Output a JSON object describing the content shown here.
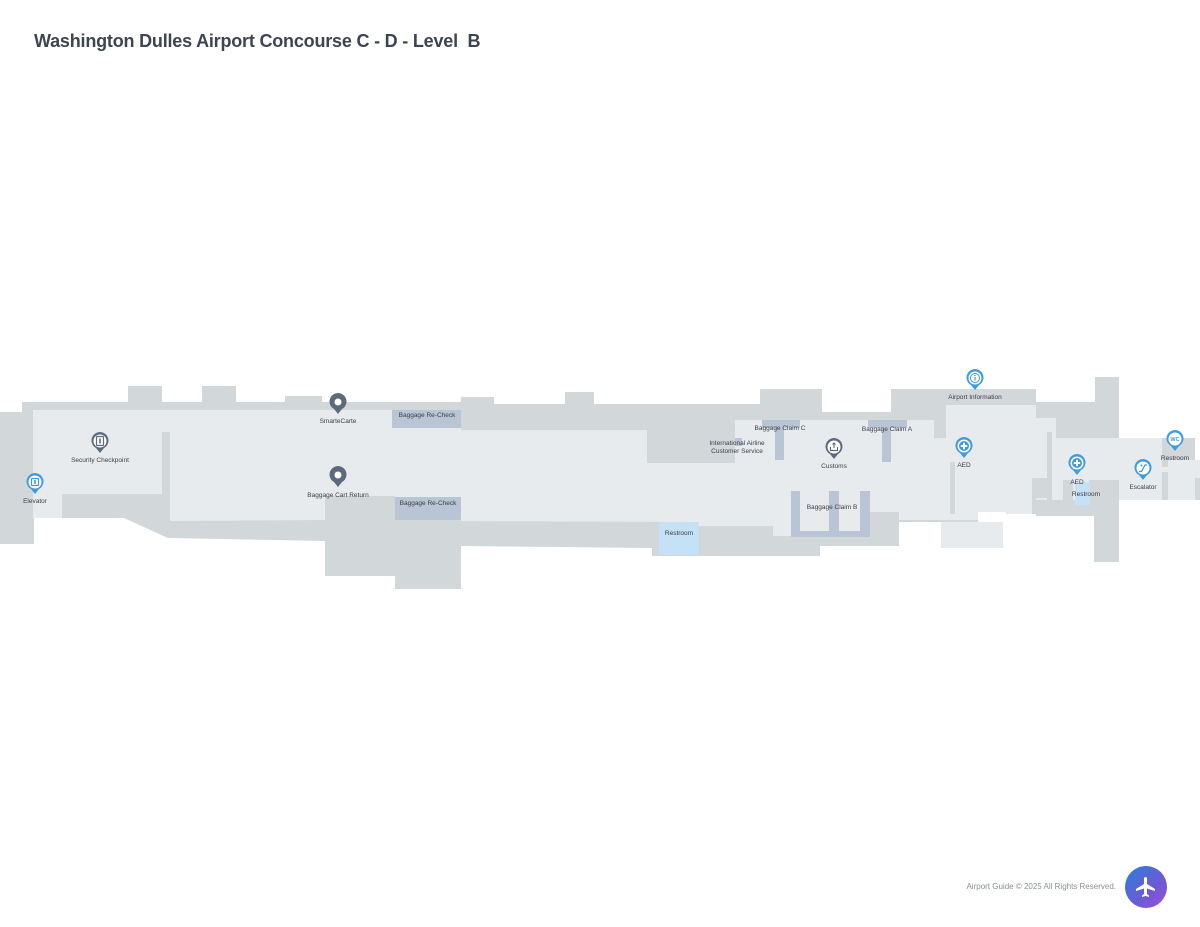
{
  "header": {
    "title": "Washington Dulles Airport Concourse C - D - Level  B"
  },
  "colors": {
    "wall": "#d2d7da",
    "floor": "#e8ebed",
    "baggage": "#b9c4d5",
    "restroom": "#c4e1f5",
    "pin_dark": "#5b6b7b",
    "pin_blue": "#3f9be0",
    "fab_start": "#2a7fd4",
    "fab_end": "#9a4fd6"
  },
  "map": {
    "pois": [
      {
        "id": "elevator",
        "label": "Elevator",
        "icon": "elevator-icon",
        "style": "blue"
      },
      {
        "id": "security",
        "label": "Security Checkpoint",
        "icon": "security-checkpoint-icon",
        "style": "dark"
      },
      {
        "id": "smartecarte",
        "label": "SmarteCarte",
        "icon": "location-pin-icon",
        "style": "dark"
      },
      {
        "id": "cart-return",
        "label": "Baggage Cart Return",
        "icon": "location-pin-icon",
        "style": "dark"
      },
      {
        "id": "customs",
        "label": "Customs",
        "icon": "customs-icon",
        "style": "dark"
      },
      {
        "id": "airport-info",
        "label": "Airport Information",
        "icon": "info-icon",
        "style": "blue"
      },
      {
        "id": "aed-1",
        "label": "AED",
        "icon": "aed-icon",
        "style": "blue"
      },
      {
        "id": "aed-2",
        "label": "AED",
        "icon": "aed-icon",
        "style": "blue"
      },
      {
        "id": "escalator",
        "label": "Escalator",
        "icon": "escalator-icon",
        "style": "blue"
      },
      {
        "id": "restroom-wc",
        "label": "Restroom",
        "icon": "wc-icon",
        "style": "blue"
      }
    ],
    "areas": [
      {
        "id": "recheck-1",
        "label": "Baggage Re-Check"
      },
      {
        "id": "recheck-2",
        "label": "Baggage Re-Check"
      },
      {
        "id": "intl-airline",
        "label": "International Airline\nCustomer Service"
      },
      {
        "id": "claim-c",
        "label": "Baggage Claim C"
      },
      {
        "id": "claim-a",
        "label": "Baggage Claim A"
      },
      {
        "id": "claim-b",
        "label": "Baggage Claim B"
      },
      {
        "id": "restroom-1",
        "label": "Restroom"
      },
      {
        "id": "restroom-2",
        "label": "Restroom"
      }
    ]
  },
  "footer": {
    "copyright": "Airport Guide © 2025 All Rights Reserved.",
    "fab_icon": "airplane-icon"
  }
}
